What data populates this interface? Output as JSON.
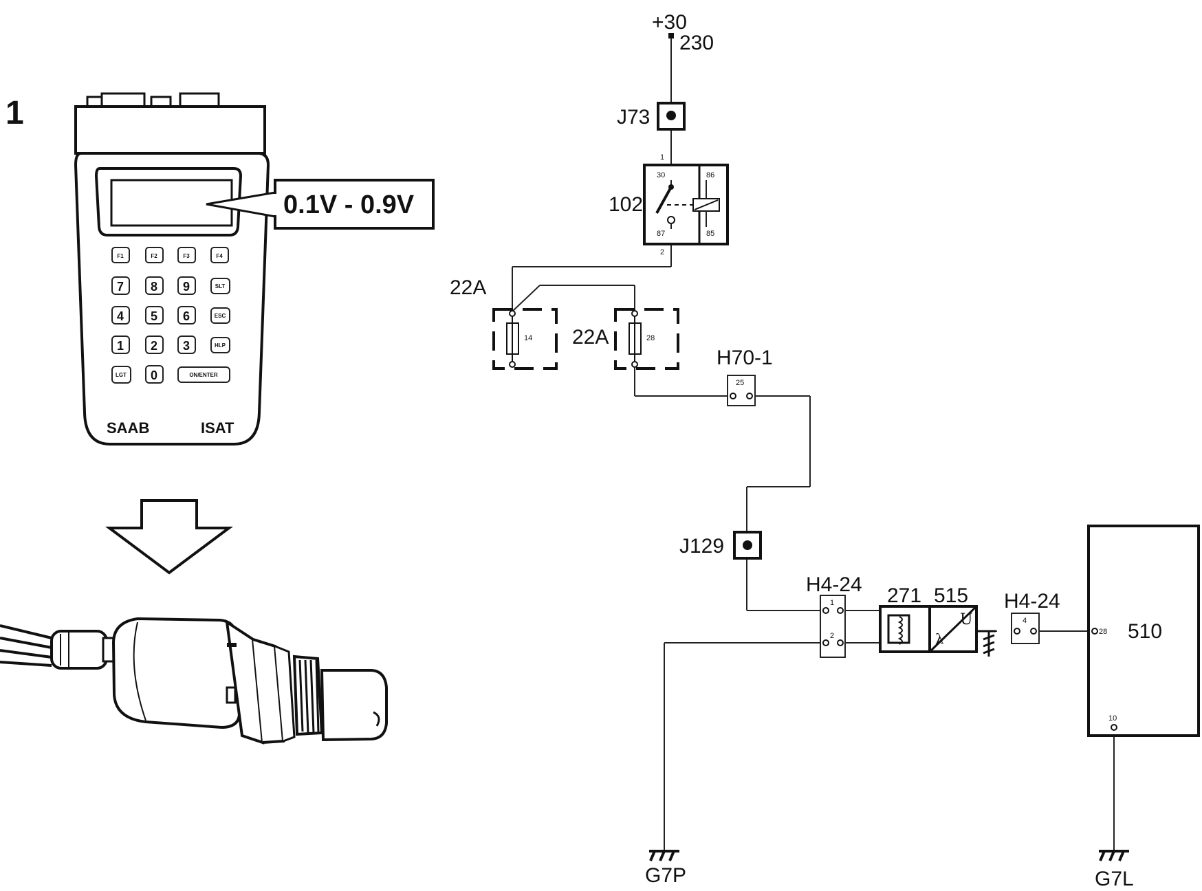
{
  "figure_number": "1",
  "tester": {
    "brand": "SAAB",
    "model": "ISAT",
    "display_reading": "0.1V - 0.9V",
    "function_keys": [
      "F1",
      "F2",
      "F3",
      "F4"
    ],
    "keypad": [
      [
        "7",
        "8",
        "9",
        "SLT"
      ],
      [
        "4",
        "5",
        "6",
        "ESC"
      ],
      [
        "1",
        "2",
        "3",
        "HLP"
      ],
      [
        "LGT",
        "0",
        "ON/ENTER"
      ]
    ]
  },
  "schematic": {
    "supply": {
      "terminal": "+30",
      "wire": "230"
    },
    "connectors": {
      "j73": "J73",
      "j129": "J129",
      "h70": "H70-1",
      "h4_left": "H4-24",
      "h4_right": "H4-24"
    },
    "relay": {
      "label": "102",
      "pins": {
        "p30": "30",
        "p86": "86",
        "p87": "87",
        "p85": "85",
        "in": "1",
        "out": "2"
      }
    },
    "fuses": [
      {
        "label": "22A",
        "number": "14"
      },
      {
        "label": "22A",
        "number": "28"
      }
    ],
    "connector_pins": {
      "h70": "25",
      "h4_left_1": "1",
      "h4_left_2": "2",
      "h4_right": "4"
    },
    "components": {
      "heater": "271",
      "sensor": "515",
      "sensor_u": "U",
      "sensor_lambda": "λ",
      "ecu": "510",
      "ecu_pin_28": "28",
      "ecu_pin_10": "10"
    },
    "grounds": {
      "left": "G7P",
      "right": "G7L"
    }
  }
}
